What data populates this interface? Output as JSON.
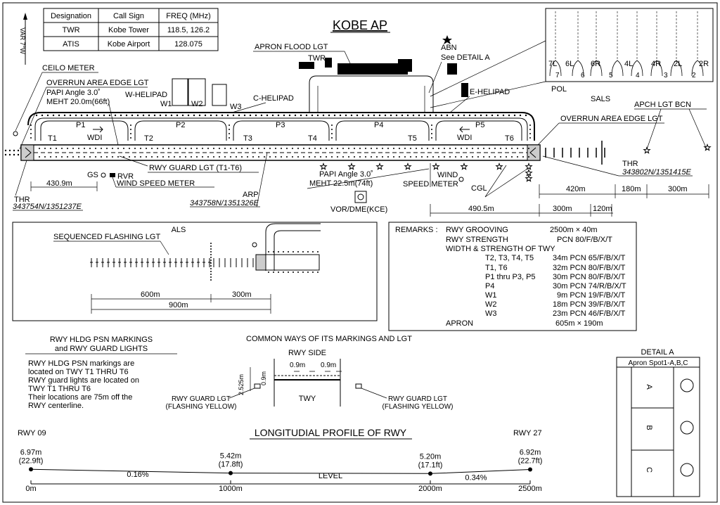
{
  "title": "KOBE AP",
  "freq_table": {
    "headers": [
      "Designation",
      "Call Sign",
      "FREQ (MHz)"
    ],
    "rows": [
      [
        "TWR",
        "Kobe Tower",
        "118.5, 126.2"
      ],
      [
        "ATIS",
        "Kobe Airport",
        "128.075"
      ]
    ]
  },
  "variation": "VAR 7°W",
  "labels": {
    "ceilo_meter": "CEILO METER",
    "overrun_w": "OVERRUN AREA EDGE LGT",
    "papi_w_1": "PAPI Angle 3.0˚",
    "papi_w_2": "MEHT 20.0m(66ft)",
    "w_helipad": "W-HELIPAD",
    "c_helipad": "C-HELIPAD",
    "apron_flood": "APRON FLOOD LGT",
    "twr": "TWR",
    "abn": "ABN",
    "see_detail": "See DETAIL A",
    "e_helipad": "E-HELIPAD",
    "pol": "POL",
    "sals": "SALS",
    "apch_bcn": "APCH LGT BCN",
    "overrun_e": "OVERRUN AREA EDGE LGT",
    "wdi": "WDI",
    "rwy_guard": "RWY GUARD LGT (T1-T6)",
    "gs": "GS",
    "rvr": "RVR",
    "wind_speed_w": "WIND SPEED METER",
    "thr_w": "THR",
    "thr_w_coord": "343754N/1351237E",
    "arp": "ARP",
    "arp_coord": "343758N/1351326E",
    "papi_e_1": "PAPI Angle 3.0˚",
    "papi_e_2": "MEHT 22.5m(74ft)",
    "vor": "VOR/DME(KCE)",
    "wind_e_1": "WIND",
    "wind_e_2": "SPEED METER",
    "cgl": "CGL",
    "thr_e": "THR",
    "thr_e_coord": "343802N/1351415E",
    "d_4309": "430.9m",
    "d_4905": "490.5m",
    "d_300a": "300m",
    "d_120": "120m",
    "d_420": "420m",
    "d_180": "180m",
    "d_300b": "300m"
  },
  "taxiways": [
    "T1",
    "T2",
    "T3",
    "T4",
    "T5",
    "T6",
    "P1",
    "P2",
    "P3",
    "P4",
    "P5",
    "W1",
    "W2",
    "W3"
  ],
  "spots": [
    "7L",
    "6L",
    "6R",
    "4L",
    "4R",
    "2L",
    "2R",
    "7",
    "6",
    "5",
    "4",
    "3",
    "2"
  ],
  "als": {
    "title": "ALS",
    "seq": "SEQUENCED FLASHING LGT",
    "d600": "600m",
    "d300": "300m",
    "d900": "900m"
  },
  "remarks": {
    "heading": "REMARKS :",
    "rows": [
      [
        "RWY GROOVING",
        "2500m × 40m"
      ],
      [
        "RWY STRENGTH",
        "PCN 80/F/B/X/T"
      ],
      [
        "WIDTH & STRENGTH OF TWY",
        ""
      ],
      [
        "T2, T3, T4, T5",
        "34m PCN 65/F/B/X/T"
      ],
      [
        "T1, T6",
        "32m PCN 80/F/B/X/T"
      ],
      [
        "P1  thru P3, P5",
        "30m PCN 80/F/B/X/T"
      ],
      [
        "P4",
        "30m PCN 74/R/B/X/T"
      ],
      [
        "W1",
        "9m PCN 19/F/B/X/T"
      ],
      [
        "W2",
        "18m PCN 39/F/B/X/T"
      ],
      [
        "W3",
        "23m PCN 46/F/B/X/T"
      ],
      [
        "APRON",
        "605m × 190m"
      ]
    ]
  },
  "hldg": {
    "title1": "RWY HLDG PSN MARKINGS",
    "title2": "and RWY GUARD LIGHTS",
    "lines": [
      "RWY HLDG PSN markings are",
      "located on TWY T1 THRU T6",
      "RWY guard lights are located on",
      "TWY T1 THRU T6",
      "Their locations are 75m off the",
      "RWY centerline."
    ]
  },
  "markings": {
    "title": "COMMON WAYS OF ITS MARKINGS AND LGT",
    "rwy_side": "RWY SIDE",
    "d09a": "0.9m",
    "d09b": "0.9m",
    "d09c": "0.9m",
    "d2525": "2.525m",
    "guard_l1": "RWY GUARD LGT",
    "guard_l2": "(FLASHING YELLOW)",
    "guard_r1": "RWY GUARD LGT",
    "guard_r2": "(FLASHING YELLOW)",
    "twy": "TWY"
  },
  "detail_a": {
    "title": "DETAIL A",
    "subtitle": "Apron Spot1-A,B,C",
    "spots": [
      "A",
      "B",
      "C"
    ]
  },
  "profile": {
    "title": "LONGITUDIAL PROFILE OF RWY",
    "rwy09": "RWY 09",
    "rwy27": "RWY 27",
    "level": "LEVEL",
    "points": [
      {
        "dist": 0,
        "dist_label": "0m",
        "elev": "6.97m",
        "elev_ft": "(22.9ft)"
      },
      {
        "dist": 1000,
        "dist_label": "1000m",
        "elev": "5.42m",
        "elev_ft": "(17.8ft)"
      },
      {
        "dist": 2000,
        "dist_label": "2000m",
        "elev": "5.20m",
        "elev_ft": "(17.1ft)"
      },
      {
        "dist": 2500,
        "dist_label": "2500m",
        "elev": "6.92m",
        "elev_ft": "(22.7ft)"
      }
    ],
    "slopes": [
      "0.16%",
      "0.34%"
    ]
  }
}
